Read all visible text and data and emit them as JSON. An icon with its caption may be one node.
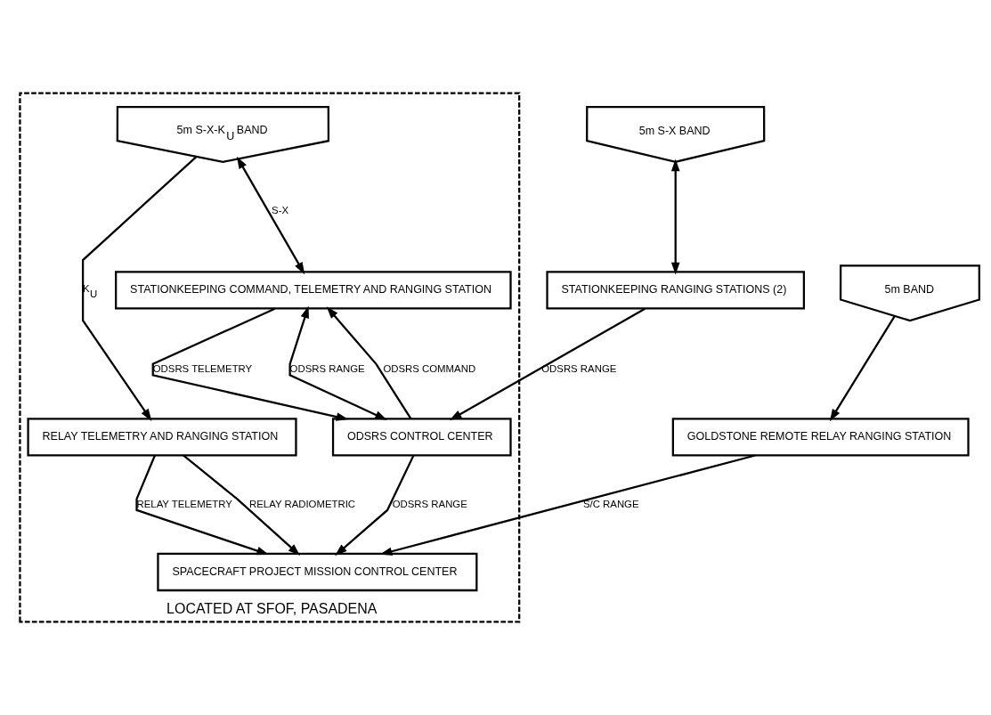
{
  "diagram": {
    "nodes": [
      {
        "text": [
          "LOCATED AT SFOF, PASADENA"
        ]
      },
      {
        "text": [
          "5m BAND"
        ]
      },
      {
        "text": [
          "5m S-X-K$_{U}$ BAND"
        ],
        "in": 0
      },
      {
        "text": [
          "5m S-X BAND"
        ]
      },
      {
        "text": [
          "GOLDSTONE REMOTE RELAY RANGING STATION"
        ]
      },
      {
        "text": [
          "RELAY TELEMETRY AND RANGING STATION"
        ],
        "in": 0
      },
      {
        "text": [
          "STATIONKEEPING COMMAND, TELEMETRY AND RANGING STATION"
        ],
        "in": 0
      },
      {
        "text": [
          "STATIONKEEPING RANGING STATIONS (2)"
        ]
      },
      {
        "text": [
          "SPACECRAFT PROJECT MISSION CONTROL CENTER"
        ],
        "in": 0
      },
      {
        "text": [
          "ODSRS CONTROL CENTER"
        ],
        "in": 0
      }
    ],
    "edges": [
      {
        "from": 1,
        "to": 4,
        "arrow": "to"
      },
      {
        "from": 2,
        "to": 5,
        "arrow": "to",
        "label": "K$_{U}$"
      },
      {
        "from": 2,
        "to": 6,
        "arrow": "both",
        "label": "S-X"
      },
      {
        "from": 3,
        "to": 7,
        "arrow": "both"
      },
      {
        "from": 4,
        "to": 8,
        "arrow": "to",
        "label": "S/C RANGE"
      },
      {
        "from": 5,
        "to": 8,
        "arrow": "to",
        "label": "RELAY TELEMETRY"
      },
      {
        "from": 5,
        "to": 8,
        "arrow": "to",
        "label": "RELAY RADIOMETRIC"
      },
      {
        "from": 9,
        "to": 6,
        "arrow": "to",
        "label": "ODSRS COMMAND"
      },
      {
        "from": 6,
        "to": 9,
        "arrow": "to",
        "label": "ODSRS TELEMETRY"
      },
      {
        "from": 6,
        "to": 9,
        "arrow": "both",
        "label": "ODSRS RANGE"
      },
      {
        "from": 9,
        "to": 8,
        "arrow": "to",
        "label": "ODSRS RANGE"
      },
      {
        "from": 7,
        "to": 9,
        "arrow": "to",
        "label": "ODSRS RANGE"
      }
    ]
  }
}
